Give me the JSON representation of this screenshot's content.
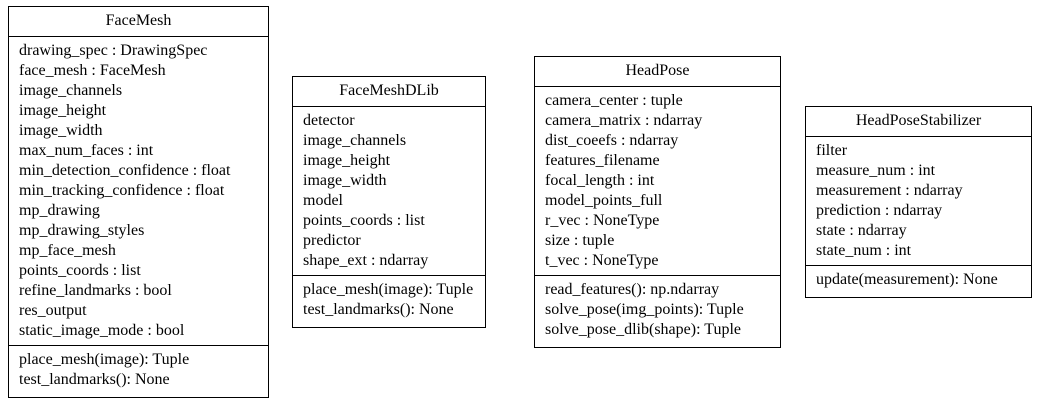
{
  "classes": [
    {
      "name": "FaceMesh",
      "attributes": [
        "drawing_spec : DrawingSpec",
        "face_mesh : FaceMesh",
        "image_channels",
        "image_height",
        "image_width",
        "max_num_faces : int",
        "min_detection_confidence : float",
        "min_tracking_confidence : float",
        "mp_drawing",
        "mp_drawing_styles",
        "mp_face_mesh",
        "points_coords : list",
        "refine_landmarks : bool",
        "res_output",
        "static_image_mode : bool"
      ],
      "methods": [
        "place_mesh(image): Tuple",
        "test_landmarks(): None"
      ]
    },
    {
      "name": "FaceMeshDLib",
      "attributes": [
        "detector",
        "image_channels",
        "image_height",
        "image_width",
        "model",
        "points_coords : list",
        "predictor",
        "shape_ext : ndarray"
      ],
      "methods": [
        "place_mesh(image): Tuple",
        "test_landmarks(): None"
      ]
    },
    {
      "name": "HeadPose",
      "attributes": [
        "camera_center : tuple",
        "camera_matrix : ndarray",
        "dist_coeefs : ndarray",
        "features_filename",
        "focal_length : int",
        "model_points_full",
        "r_vec : NoneType",
        "size : tuple",
        "t_vec : NoneType"
      ],
      "methods": [
        "read_features(): np.ndarray",
        "solve_pose(img_points): Tuple",
        "solve_pose_dlib(shape): Tuple"
      ]
    },
    {
      "name": "HeadPoseStabilizer",
      "attributes": [
        "filter",
        "measure_num : int",
        "measurement : ndarray",
        "prediction : ndarray",
        "state : ndarray",
        "state_num : int"
      ],
      "methods": [
        "update(measurement): None"
      ]
    }
  ]
}
